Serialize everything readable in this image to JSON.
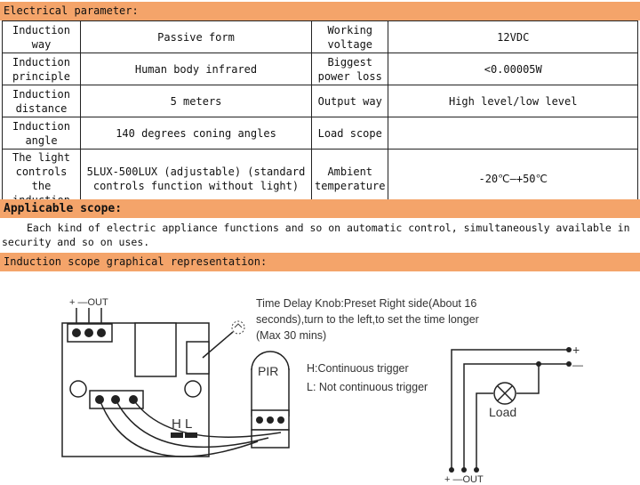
{
  "sections": {
    "electrical_title": "Electrical parameter:",
    "scope_title": "Applicable scope:",
    "scope_text": "Each kind of electric appliance functions and so on automatic control, simultaneously available in security and so on uses.",
    "graph_title": "Induction scope graphical representation:"
  },
  "params": [
    {
      "label1": "Induction way",
      "value1": "Passive form",
      "label2": "Working voltage",
      "value2": "12VDC"
    },
    {
      "label1": "Induction principle",
      "value1": "Human body infrared",
      "label2": "Biggest power loss",
      "value2": "<0.00005W"
    },
    {
      "label1": "Induction distance",
      "value1": "5 meters",
      "label2": "Output way",
      "value2": "High level/low level"
    },
    {
      "label1": "Induction angle",
      "value1": "140 degrees coning angles",
      "label2": "Load scope",
      "value2": ""
    },
    {
      "label1": "The light controls the induction",
      "value1": "5LUX-500LUX (adjustable) (standard controls function without light)",
      "label2": "Ambient temperature",
      "value2": "-20℃—+50℃"
    }
  ],
  "diagram": {
    "top_pins_label": "+ —OUT",
    "knob_text_1": "Time Delay Knob:Preset Right side(About 16",
    "knob_text_2": "seconds),turn to the left,to set the time longer",
    "knob_text_3": "(Max 30 mins)",
    "pir_label": "PIR",
    "h_text": "H:Continuous trigger",
    "l_text": "L: Not continuous trigger",
    "hl_label": "H L",
    "load_label": "Load",
    "plus_label": "+",
    "minus_label": "—",
    "bottom_pins_label": "+ —OUT"
  }
}
